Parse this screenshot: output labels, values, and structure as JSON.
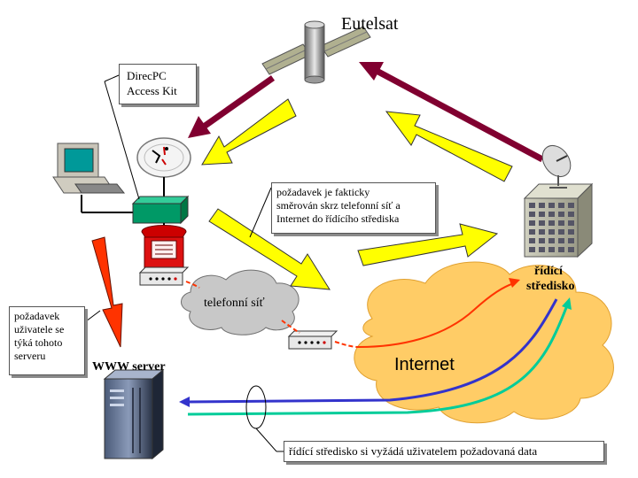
{
  "labels": {
    "satellite": "Eutelsat",
    "access_kit_line1": "DirecPC",
    "access_kit_line2": "Access Kit",
    "request_via_phone_line1": "požadavek je fakticky",
    "request_via_phone_line2": "směrován skrz telefonní síť a",
    "request_via_phone_line3": "Internet do řídícího střediska",
    "control_center_line1": "řídící",
    "control_center_line2": "středisko",
    "telephone_network": "telefonní síť",
    "internet": "Internet",
    "user_request_line1": "požadavek",
    "user_request_line2": "uživatele se",
    "user_request_line3": "týká tohoto",
    "user_request_line4": "serveru",
    "www_server": "WWW server",
    "control_center_request": "řídící středisko si vyžádá uživatelem požadovaná data"
  },
  "colors": {
    "uplink_arrow": "#800030",
    "data_arrow": "#ffff00",
    "request_arrow": "#ff3300",
    "cloud": "#ffcc66",
    "phone_cloud": "#c8c8c8",
    "red_line": "#ff3300",
    "blue_line": "#3333cc",
    "teal_line": "#00cc99",
    "modem": "#009966"
  }
}
